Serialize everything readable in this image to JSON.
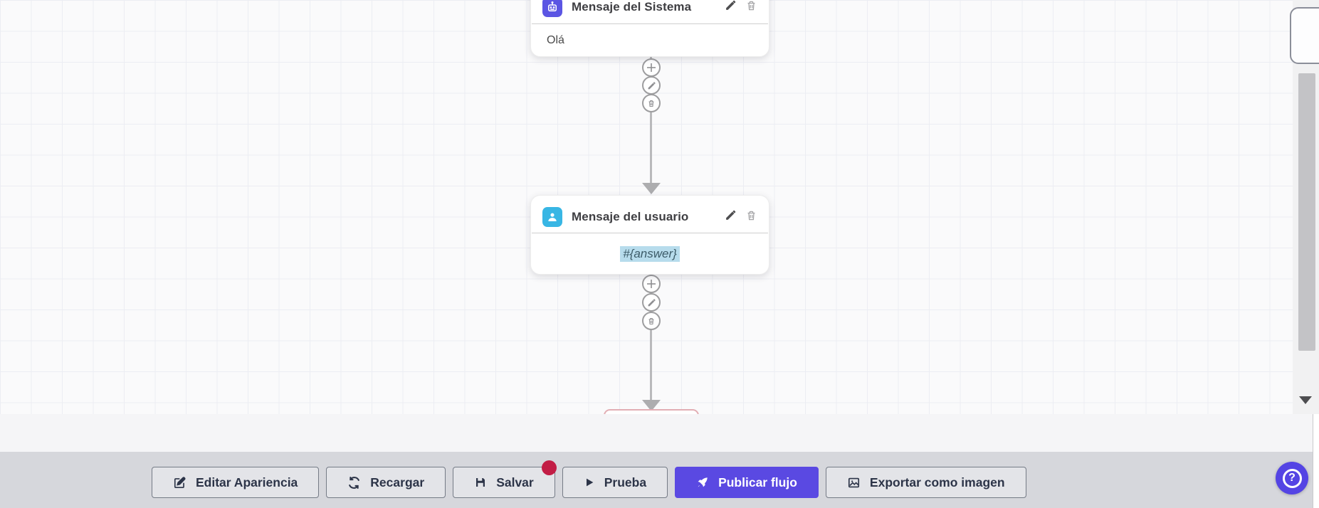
{
  "flow": {
    "nodes": [
      {
        "id": "system-message",
        "title": "Mensaje del Sistema",
        "body": "Olá",
        "icon": "robot-icon",
        "icon_color": "#5b55e3"
      },
      {
        "id": "user-message",
        "title": "Mensaje del usuario",
        "body": "#{answer}",
        "icon": "user-icon",
        "icon_color": "#38b6e4",
        "body_highlight_color": "#b7dcec"
      }
    ],
    "node_actions": [
      {
        "id": "edit",
        "icon": "pencil-icon"
      },
      {
        "id": "delete",
        "icon": "trash-icon"
      }
    ],
    "connector_actions": [
      {
        "id": "add",
        "icon": "plus-icon"
      },
      {
        "id": "edit",
        "icon": "pencil-icon"
      },
      {
        "id": "delete",
        "icon": "trash-icon"
      }
    ]
  },
  "toolbar": {
    "buttons": [
      {
        "label": "Editar Apariencia",
        "icon": "edit-square-icon"
      },
      {
        "label": "Recargar",
        "icon": "refresh-icon"
      },
      {
        "label": "Salvar",
        "icon": "save-icon",
        "has_badge": true
      },
      {
        "label": "Prueba",
        "icon": "play-icon"
      },
      {
        "label": "Publicar flujo",
        "icon": "rocket-icon",
        "primary": true
      },
      {
        "label": "Exportar como imagen",
        "icon": "image-icon"
      }
    ]
  },
  "help": {
    "icon": "question-icon"
  },
  "colors": {
    "primary": "#5a49e2",
    "help_button": "#5444e4",
    "badge": "#c21d45",
    "toolbar_bg": "#d6d7dc",
    "canvas_bg": "#fafafb",
    "grid_line": "#ecedf3",
    "connector": "#b9b9bb",
    "system_icon_bg": "#5b55e3",
    "user_icon_bg": "#38b6e4",
    "answer_highlight": "#b7dcec",
    "clipped_node_border": "#e2aeb4"
  }
}
